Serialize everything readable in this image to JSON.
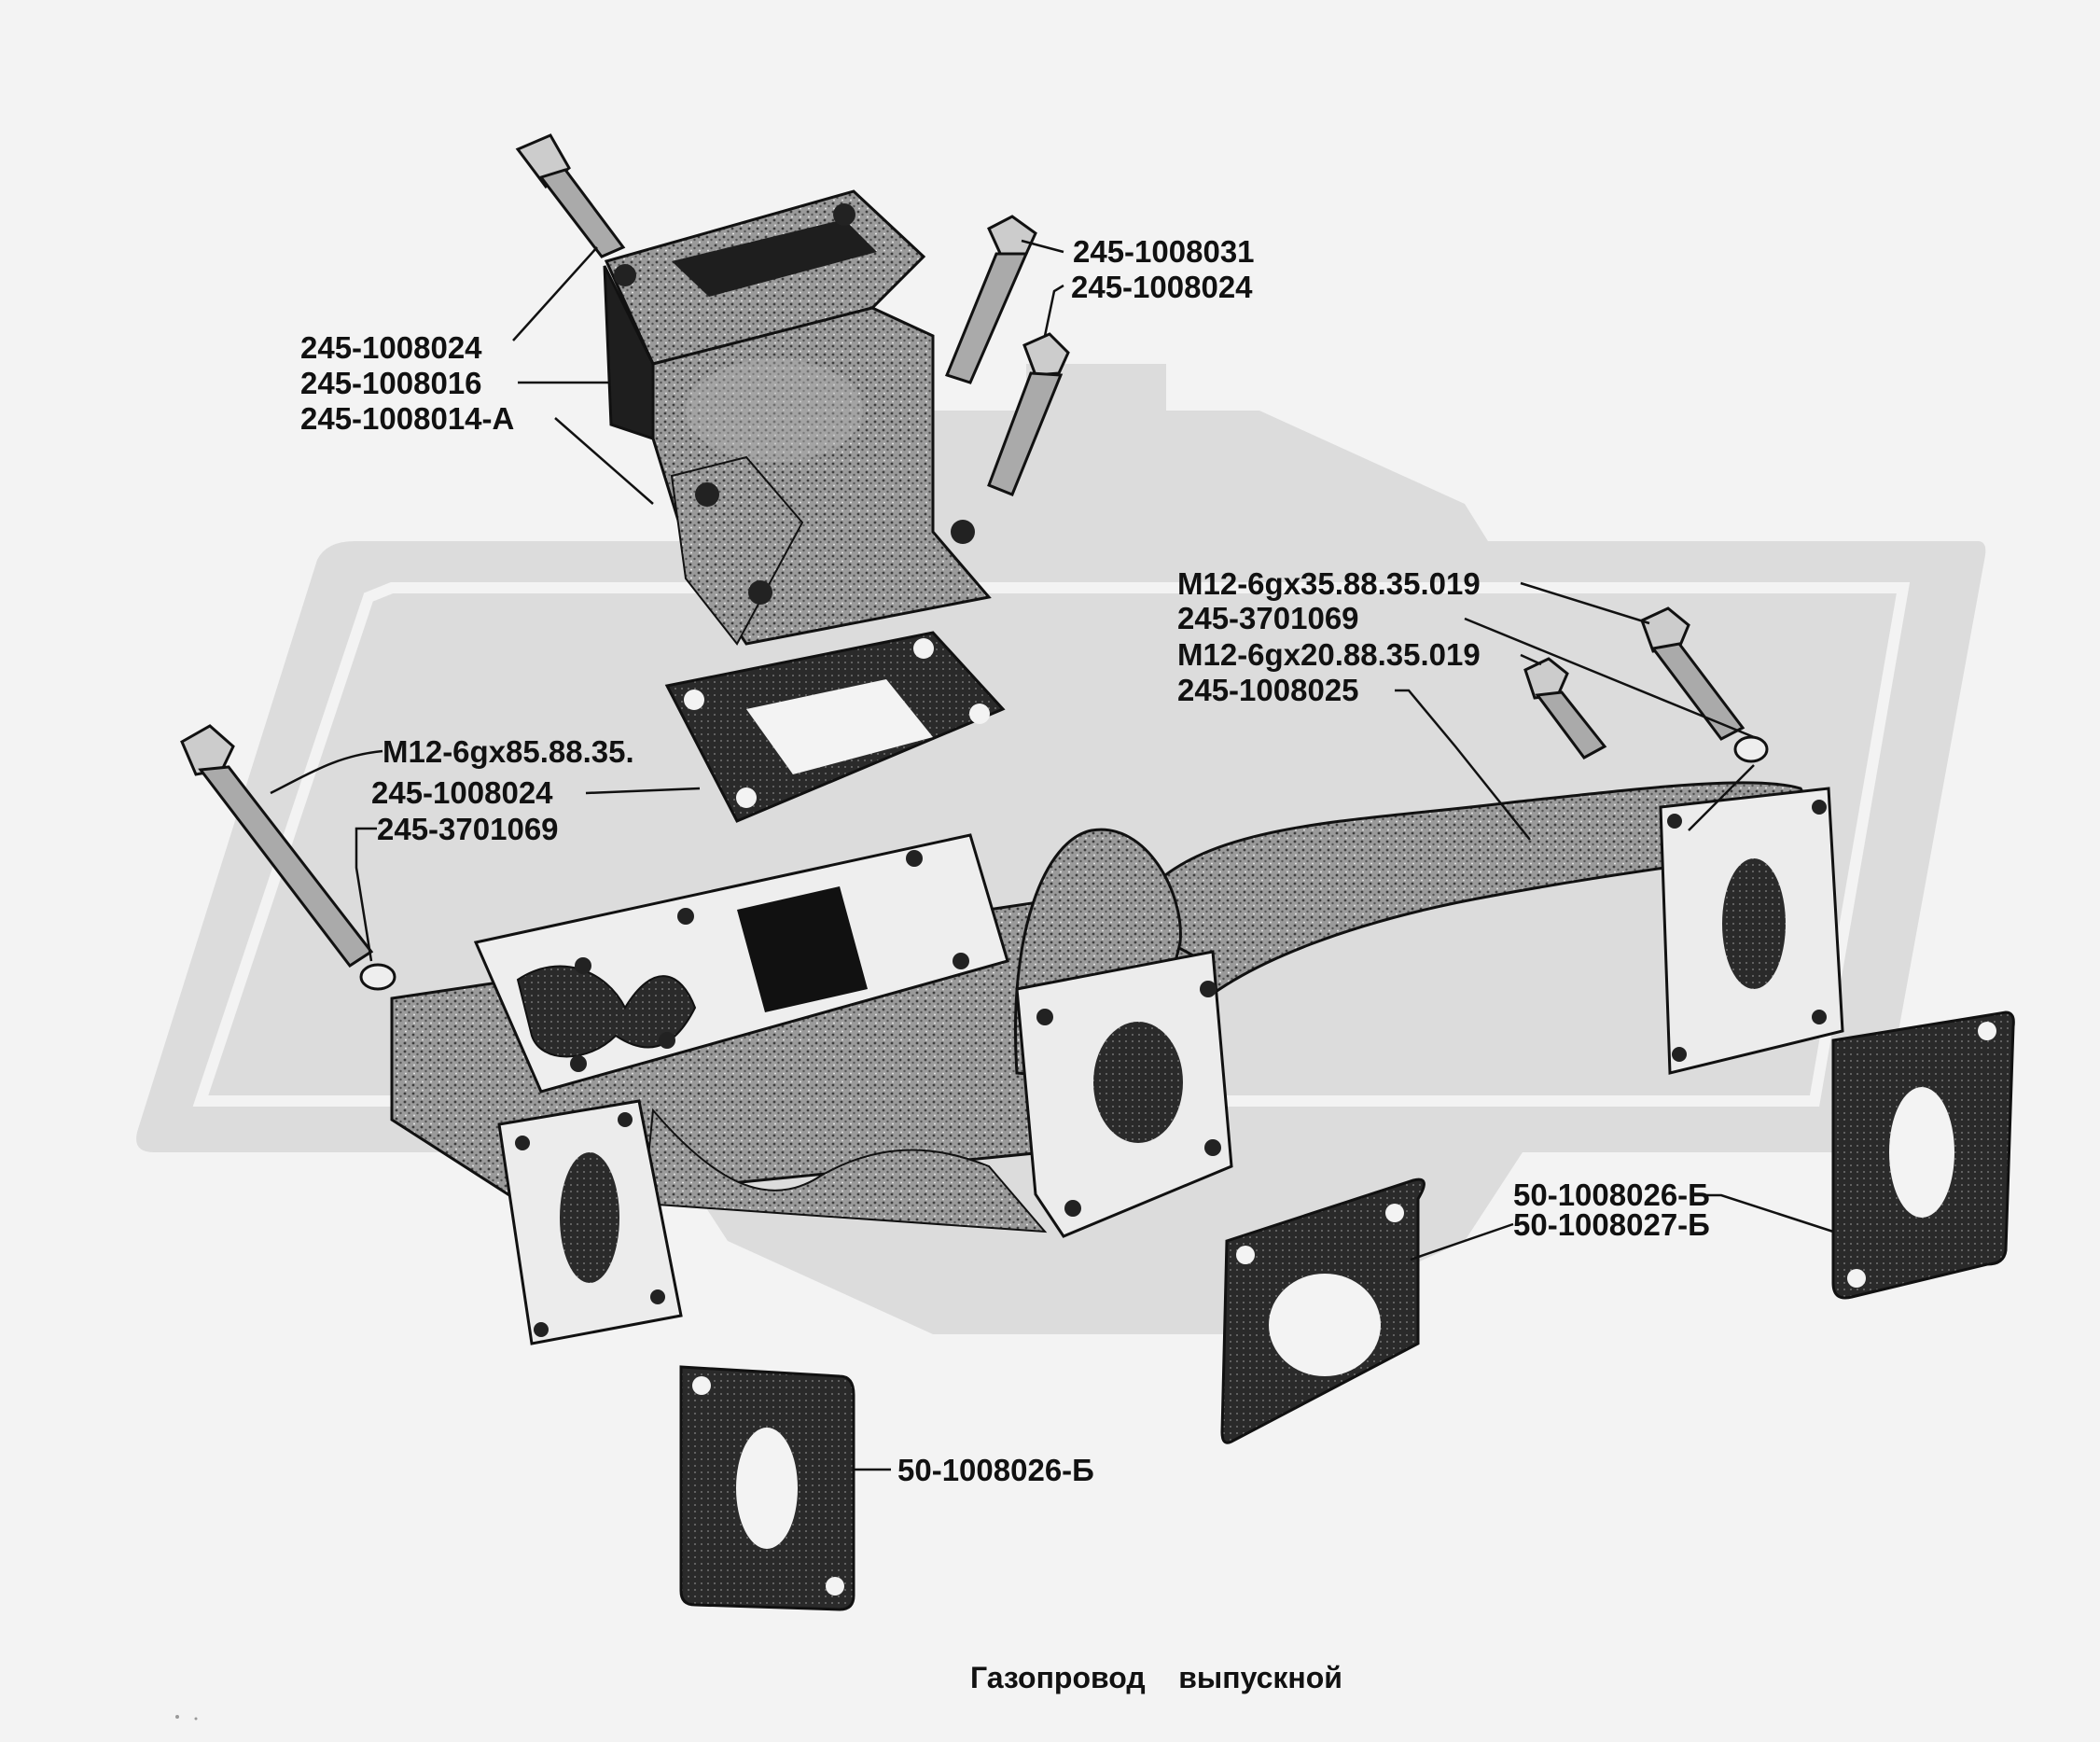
{
  "labels": {
    "l01": "245-1008031",
    "l02": "245-1008024",
    "l03": "245-1008024",
    "l04": "245-1008016",
    "l05": "245-1008014-А",
    "l06": "М12-6gx35.88.35.019",
    "l07": "245-3701069",
    "l08": "М12-6gx20.88.35.019",
    "l09": "245-1008025",
    "l10": "М12-6gx85.88.35.",
    "l11": "245-1008024",
    "l12": "245-3701069",
    "l13": "50-1008026-Б",
    "l14": "50-1008027-Б",
    "l15": "50-1008026-Б"
  },
  "caption": "Газопровод    выпускной",
  "colors": {
    "background": "#f3f3f3",
    "watermark": "#dcdcdc",
    "ink": "#111111",
    "part_fill": "#8a8a8a",
    "flange_fill": "#ececec"
  }
}
